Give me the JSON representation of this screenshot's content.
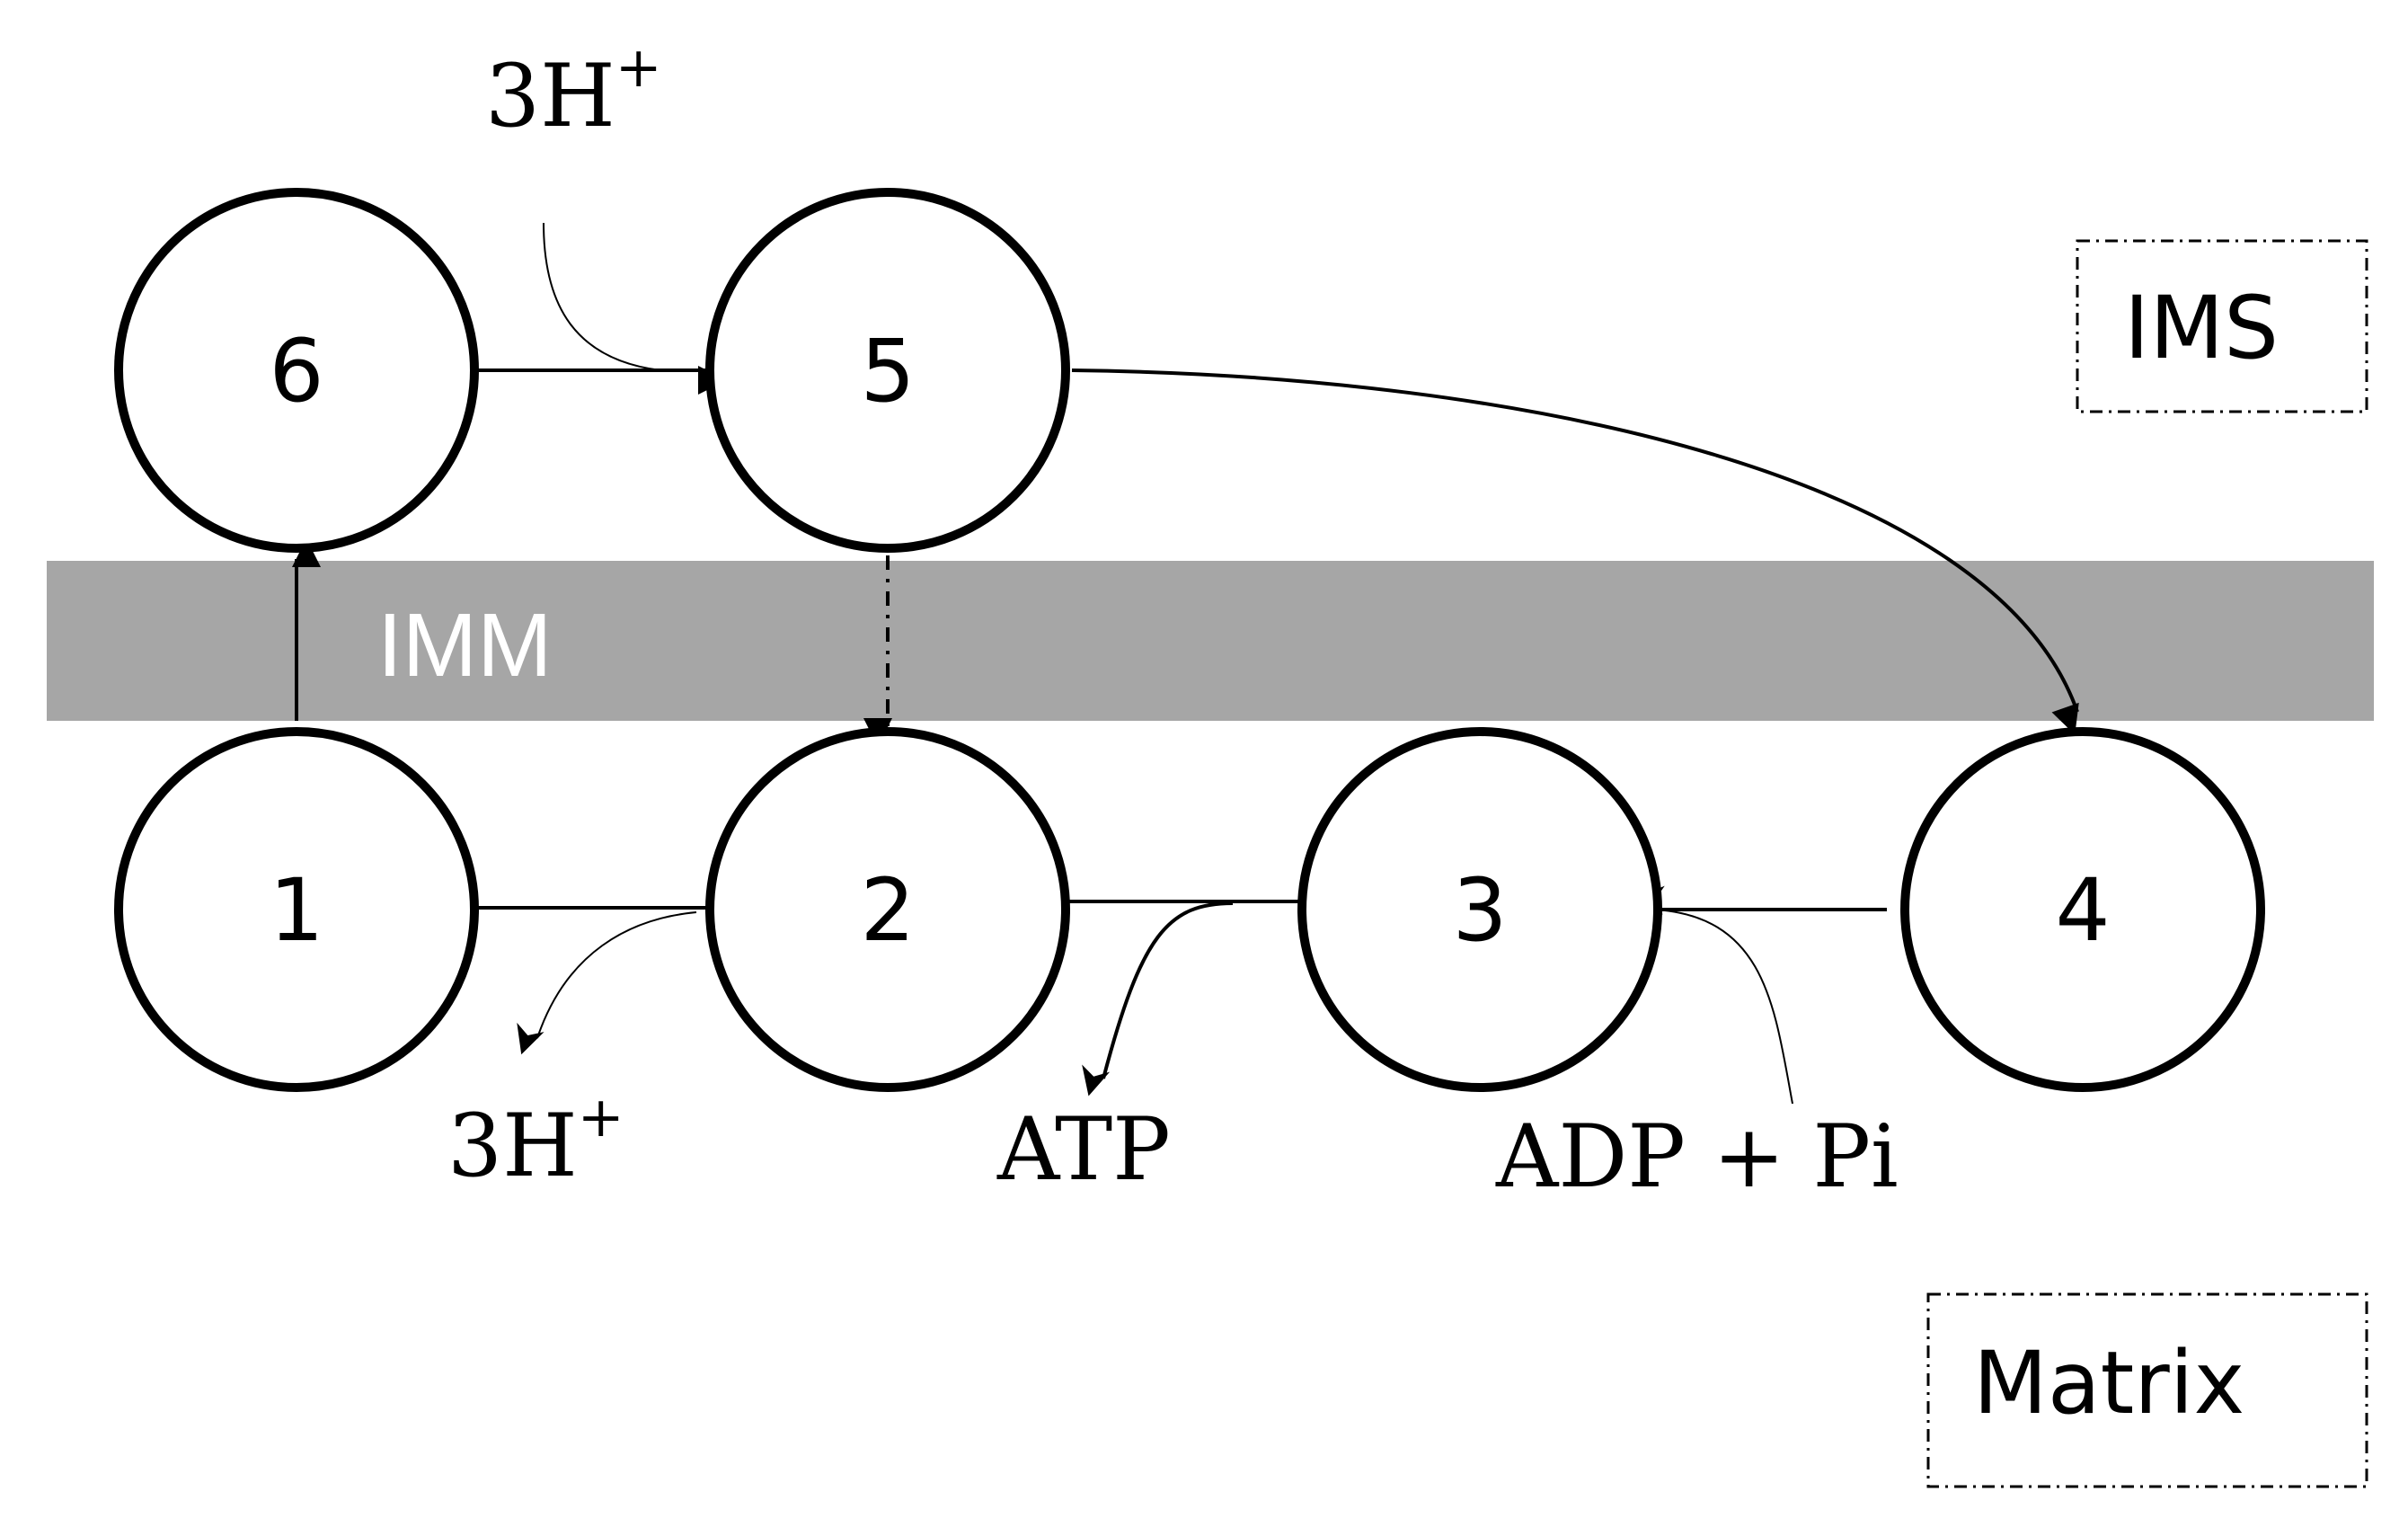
{
  "colors": {
    "membrane": "#a6a6a6",
    "membrane_text": "#ffffff",
    "stroke": "#000000",
    "background": "#ffffff"
  },
  "membrane": {
    "label": "IMM"
  },
  "regions": {
    "top": {
      "label": "IMS"
    },
    "bottom": {
      "label": "Matrix"
    }
  },
  "states": [
    {
      "id": "6",
      "label": "6"
    },
    {
      "id": "5",
      "label": "5"
    },
    {
      "id": "1",
      "label": "1"
    },
    {
      "id": "2",
      "label": "2"
    },
    {
      "id": "3",
      "label": "3"
    },
    {
      "id": "4",
      "label": "4"
    }
  ],
  "labels": {
    "protons_in": {
      "base": "3H",
      "sup": "+"
    },
    "protons_out": {
      "base": "3H",
      "sup": "+"
    },
    "atp": "ATP",
    "adp_pi": "ADP + Pi"
  },
  "transitions": [
    {
      "from": "6",
      "to": "5",
      "style": "solid",
      "input": "3H+"
    },
    {
      "from": "5",
      "to": "4",
      "style": "solid"
    },
    {
      "from": "5",
      "to": "2",
      "style": "dash-dot"
    },
    {
      "from": "4",
      "to": "3",
      "style": "solid",
      "input": "ADP + Pi"
    },
    {
      "from": "3",
      "to": "2",
      "style": "solid",
      "output": "ATP"
    },
    {
      "from": "2",
      "to": "1",
      "style": "solid",
      "output": "3H+"
    },
    {
      "from": "1",
      "to": "6",
      "style": "solid"
    }
  ]
}
